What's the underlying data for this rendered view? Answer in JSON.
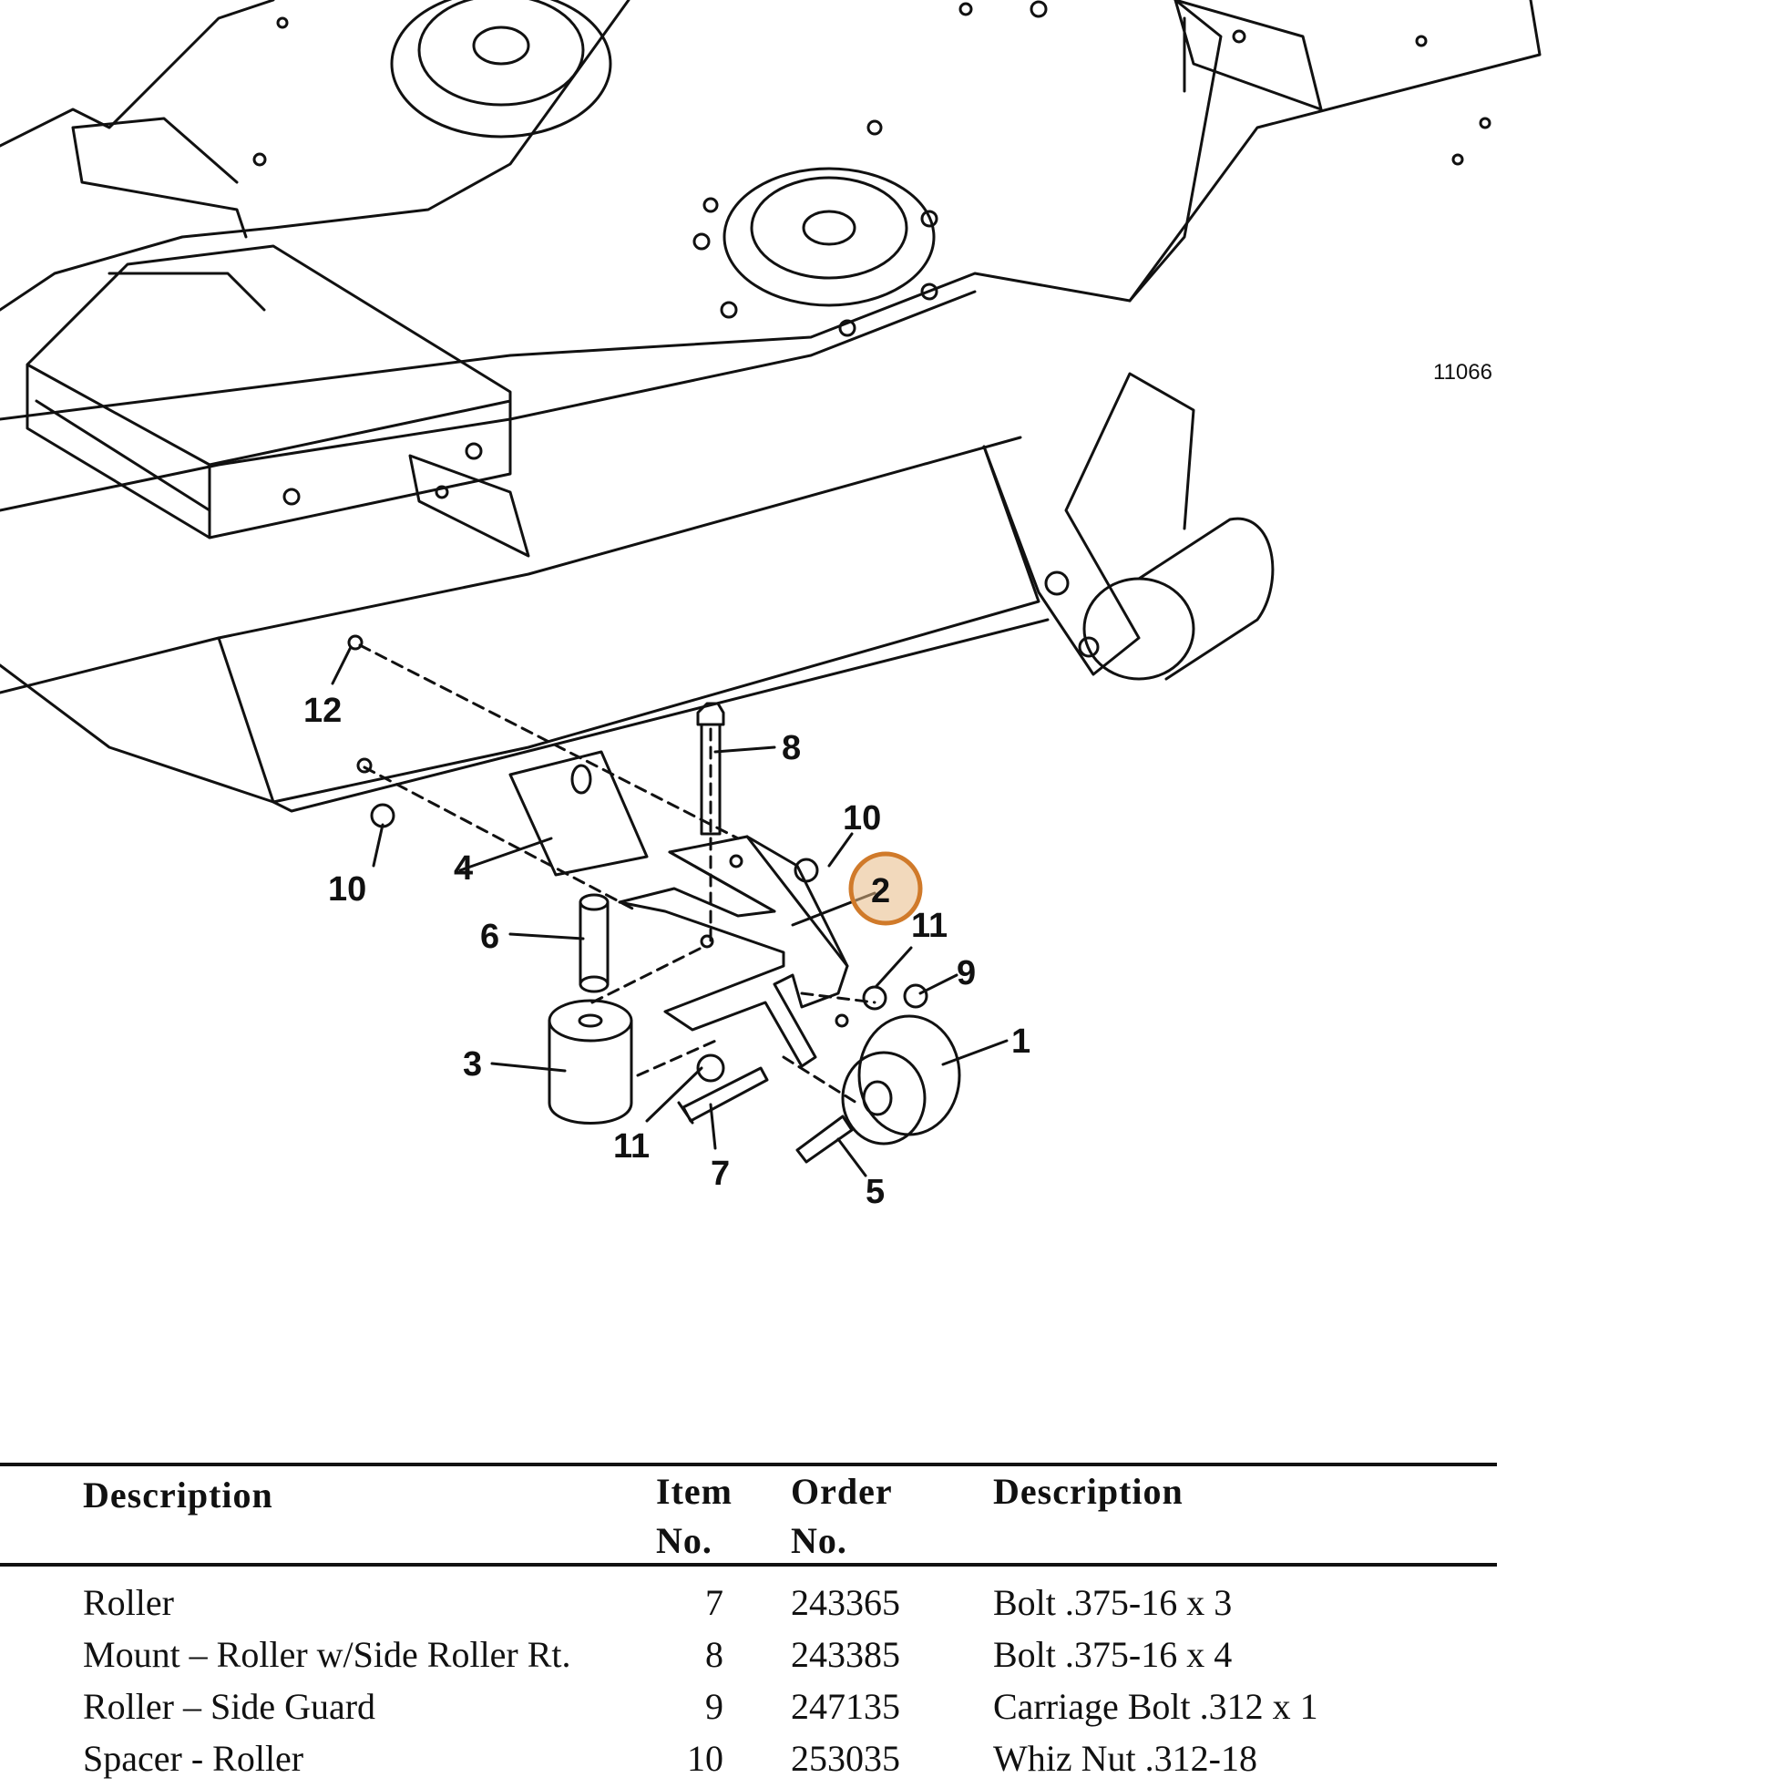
{
  "diagram": {
    "figure_id": "11066",
    "highlighted_callout": "2",
    "callouts": [
      "12",
      "8",
      "10",
      "4",
      "10",
      "2",
      "11",
      "9",
      "6",
      "3",
      "1",
      "11",
      "7",
      "5"
    ],
    "colors": {
      "line": "#111111",
      "highlight_fill": "#e8b985",
      "highlight_stroke": "#d07a2a"
    }
  },
  "parts_table": {
    "headers": {
      "left_description": "Description",
      "item_line1": "Item",
      "item_line2": "No.",
      "order_line1": "Order",
      "order_line2": "No.",
      "right_description": "Description"
    },
    "rows": [
      {
        "left_description": "Roller",
        "item": "7",
        "order": "243365",
        "description": "Bolt .375-16 x 3"
      },
      {
        "left_description": "Mount – Roller w/Side Roller Rt.",
        "item": "8",
        "order": "243385",
        "description": "Bolt .375-16 x 4"
      },
      {
        "left_description": "Roller – Side Guard",
        "item": "9",
        "order": "247135",
        "description": "Carriage Bolt  .312 x 1"
      },
      {
        "left_description": "Spacer - Roller",
        "item": "10",
        "order": "253035",
        "description": "Whiz Nut .312-18"
      }
    ]
  }
}
